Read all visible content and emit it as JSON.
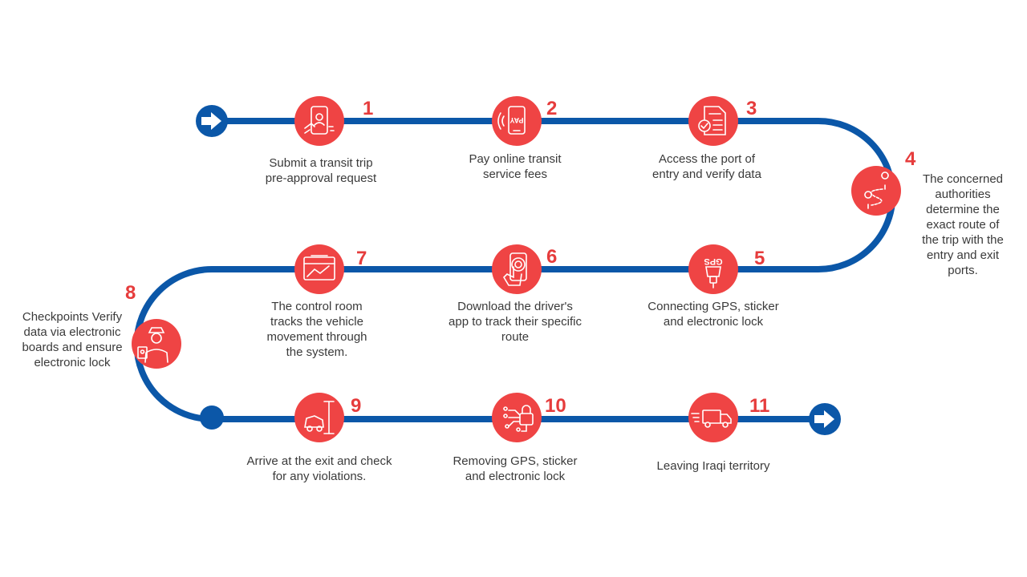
{
  "colors": {
    "track": "#0b57a8",
    "step": "#ef4444",
    "number": "#e63c3c",
    "text": "#3a3a3a"
  },
  "steps": [
    {
      "number": "1",
      "icon": "phone-approval-icon",
      "label": "Submit a transit trip\npre-approval request"
    },
    {
      "number": "2",
      "icon": "pay-phone-icon",
      "label": "Pay online transit\nservice fees"
    },
    {
      "number": "3",
      "icon": "document-check-icon",
      "label": "Access the port of\nentry and verify data"
    },
    {
      "number": "4",
      "icon": "route-pin-icon",
      "label": "The concerned\nauthorities\ndetermine the\nexact route of\nthe trip with the\nentry and exit\nports."
    },
    {
      "number": "5",
      "icon": "gps-device-icon",
      "label": "Connecting GPS, sticker\nand electronic lock"
    },
    {
      "number": "6",
      "icon": "phone-tap-icon",
      "label": "Download the driver's\napp to track their specific\nroute"
    },
    {
      "number": "7",
      "icon": "control-map-icon",
      "label": "The control room\ntracks the vehicle\nmovement through\nthe system."
    },
    {
      "number": "8",
      "icon": "officer-icon",
      "label": "Checkpoints Verify\ndata via electronic\nboards and ensure\nelectronic lock"
    },
    {
      "number": "9",
      "icon": "exit-gate-icon",
      "label": "Arrive at the exit and check\nfor any violations."
    },
    {
      "number": "10",
      "icon": "circuit-lock-icon",
      "label": "Removing GPS, sticker\nand electronic lock"
    },
    {
      "number": "11",
      "icon": "truck-icon",
      "label": "Leaving Iraqi territory"
    }
  ]
}
